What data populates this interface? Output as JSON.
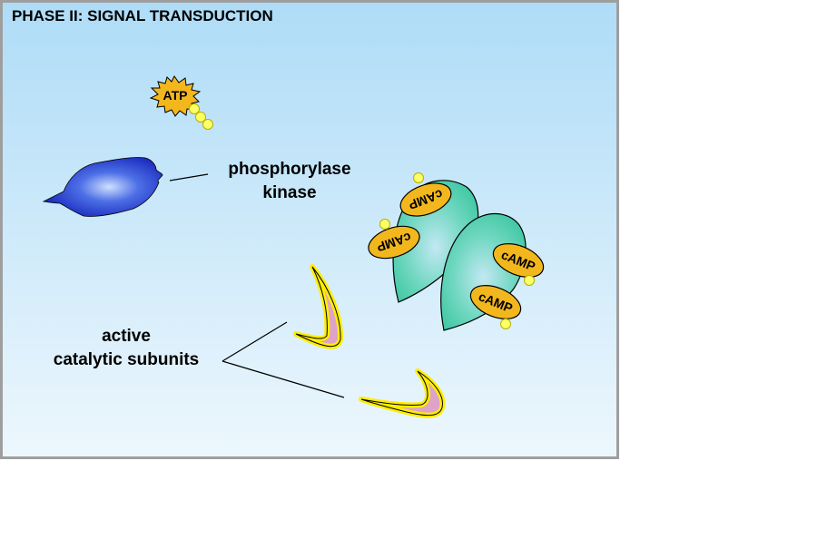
{
  "title": "PHASE II: SIGNAL TRANSDUCTION",
  "atp_label": "ATP",
  "kinase_label": [
    "phosphorylase",
    "kinase"
  ],
  "camp_label": "cAMP",
  "catalytic_label": [
    "active",
    "catalytic subunits"
  ],
  "colors": {
    "background_top": "#aedcf7",
    "background_bottom": "#edf7fd",
    "border": "#9e9e9e",
    "kinase": "#2440d0",
    "regulatory_subunit": "#55d3b5",
    "camp": "#f3b71e",
    "phosphate": "#ffff66",
    "catalytic_subunit": "#dfa3c8",
    "catalytic_outline": "#ffee00"
  }
}
